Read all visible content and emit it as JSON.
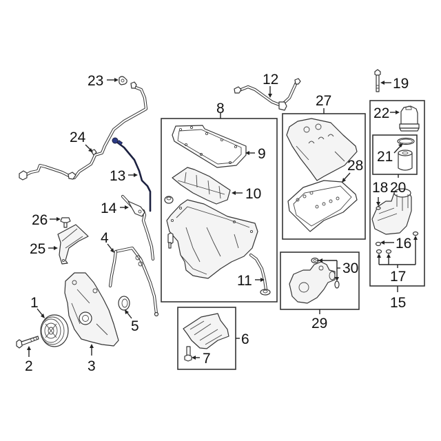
{
  "diagram": {
    "title": "Engine oil system / timing cover exploded parts diagram",
    "callouts": [
      {
        "id": "1",
        "label": "1",
        "part": "crankshaft pulley"
      },
      {
        "id": "2",
        "label": "2",
        "part": "pulley bolt"
      },
      {
        "id": "3",
        "label": "3",
        "part": "timing cover"
      },
      {
        "id": "4",
        "label": "4",
        "part": "timing cover gasket"
      },
      {
        "id": "5",
        "label": "5",
        "part": "front crank seal"
      },
      {
        "id": "6",
        "label": "6",
        "part": "lower oil pan assembly"
      },
      {
        "id": "7",
        "label": "7",
        "part": "oil pan bolt"
      },
      {
        "id": "8",
        "label": "8",
        "part": "oil pan assembly"
      },
      {
        "id": "9",
        "label": "9",
        "part": "oil pan gasket"
      },
      {
        "id": "10",
        "label": "10",
        "part": "oil baffle"
      },
      {
        "id": "11",
        "label": "11",
        "part": "oil pickup tube"
      },
      {
        "id": "12",
        "label": "12",
        "part": "oil level sensor harness"
      },
      {
        "id": "13",
        "label": "13",
        "part": "dipstick"
      },
      {
        "id": "14",
        "label": "14",
        "part": "dipstick tube"
      },
      {
        "id": "15",
        "label": "15",
        "part": "oil filter housing assembly"
      },
      {
        "id": "16",
        "label": "16",
        "part": "seal"
      },
      {
        "id": "17",
        "label": "17",
        "part": "o-rings"
      },
      {
        "id": "18",
        "label": "18",
        "part": "seal"
      },
      {
        "id": "19",
        "label": "19",
        "part": "housing bolt"
      },
      {
        "id": "20",
        "label": "20",
        "part": "oil filter"
      },
      {
        "id": "21",
        "label": "21",
        "part": "filter o-ring"
      },
      {
        "id": "22",
        "label": "22",
        "part": "filter cap"
      },
      {
        "id": "23",
        "label": "23",
        "part": "oil pressure sensor"
      },
      {
        "id": "24",
        "label": "24",
        "part": "sensor harness"
      },
      {
        "id": "25",
        "label": "25",
        "part": "bracket"
      },
      {
        "id": "26",
        "label": "26",
        "part": "bracket bolt"
      },
      {
        "id": "27",
        "label": "27",
        "part": "valve cover"
      },
      {
        "id": "28",
        "label": "28",
        "part": "valve cover gasket"
      },
      {
        "id": "29",
        "label": "29",
        "part": "water outlet / oil cooler"
      },
      {
        "id": "30",
        "label": "30",
        "part": "outlet seals"
      }
    ]
  }
}
